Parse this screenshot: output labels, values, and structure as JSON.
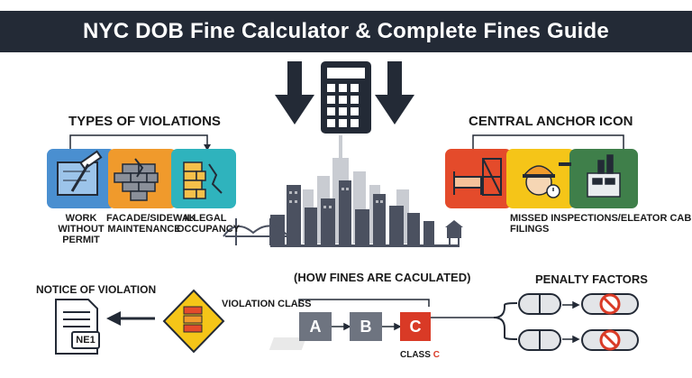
{
  "title": "NYC DOB Fine Calculator & Complete Fines Guide",
  "left_panel": {
    "heading": "TYPES OF VIOLATIONS",
    "items": [
      {
        "label_line1": "WORK WITHOUT",
        "label_line2": "PERMIT",
        "color": "#4a8fd0",
        "icon": "blueprint-hammer-icon"
      },
      {
        "label_line1": "FACADE/SIDEWAK",
        "label_line2": "MAINTENANCE",
        "color": "#f09a2c",
        "icon": "brick-wall-icon"
      },
      {
        "label_line1": "ILLEGAL",
        "label_line2": "OCCUPANCY",
        "color": "#2fb3bd",
        "icon": "cracked-wall-icon"
      }
    ]
  },
  "right_panel": {
    "heading": "CENTRAL ANCHOR ICON",
    "items": [
      {
        "color": "#e44b2b",
        "icon": "scaffold-bed-icon"
      },
      {
        "color": "#f5c518",
        "icon": "hardhat-worker-icon"
      },
      {
        "color": "#3f7f4a",
        "icon": "elevator-machine-icon"
      }
    ],
    "label_line1": "MISSED INSPECTIONS/ELEATOR CAB",
    "label_line2": "FILINGS"
  },
  "center": {
    "icon": "calculator-icon",
    "skyline": "city-skyline-bridge-icon"
  },
  "bottom": {
    "notice_label": "NOTICE OF VIOLATION",
    "notice_badge": "NE1",
    "violation_class_label": "VIOLATION CLASS",
    "calc_heading": "(HOW FINES ARE CACULATED)",
    "classes": [
      {
        "letter": "A",
        "color": "#6e7480"
      },
      {
        "letter": "B",
        "color": "#6e7480"
      },
      {
        "letter": "C",
        "color": "#d93a26"
      }
    ],
    "class_c_caption": "CLASS",
    "class_c_letter": "C",
    "penalty_heading": "PENALTY FACTORS"
  },
  "colors": {
    "dark": "#232a36",
    "red": "#d93a26",
    "grey": "#6e7480",
    "yellow": "#f5c518"
  }
}
